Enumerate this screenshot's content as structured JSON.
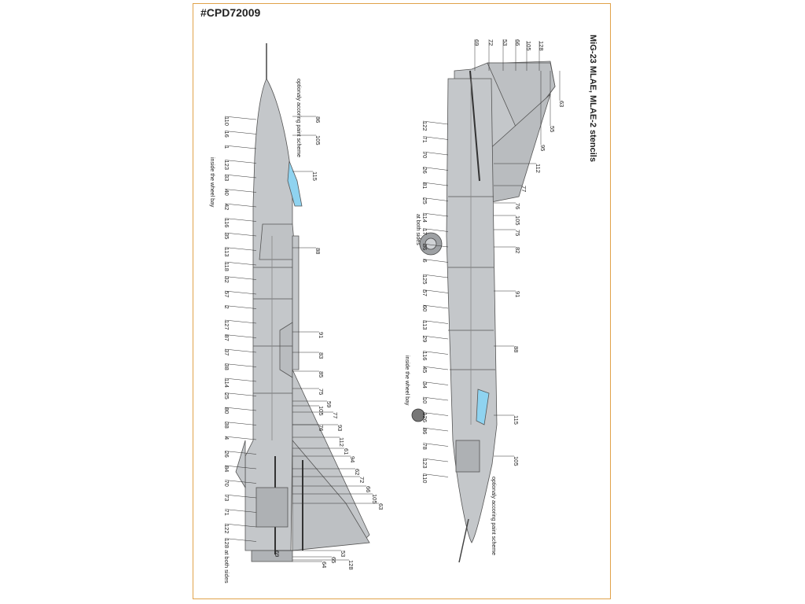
{
  "sheet_code": "#CPD72009",
  "title": "MiG-23 MLAE, MLAE-2 stencils",
  "colors": {
    "border": "#e0a24a",
    "body": "#c4c7ca",
    "glass": "#8fd3f0",
    "line": "#333333"
  },
  "left_labels_side": [
    "110",
    "16",
    "1",
    "123",
    "33",
    "40",
    "42",
    "116",
    "35",
    "113",
    "118",
    "32",
    "57",
    "2",
    "127",
    "87",
    "37",
    "38",
    "114",
    "25",
    "80",
    "38",
    "4",
    "26",
    "84",
    "70",
    "73",
    "71",
    "122",
    "128 at both sides"
  ],
  "left_labels_right": [
    "86",
    "105",
    "115",
    "88",
    "91",
    "83",
    "85",
    "75",
    "105",
    "76",
    "59",
    "77",
    "93",
    "112",
    "61",
    "94",
    "62",
    "72",
    "66",
    "105",
    "63",
    "53",
    "65",
    "64",
    "128",
    "69"
  ],
  "left_notes": [
    "optionaly accoring paint scheme",
    "inside the wheel bay"
  ],
  "right_labels_top": [
    "69",
    "72",
    "53",
    "66",
    "105",
    "128",
    "63",
    "55",
    "95"
  ],
  "right_labels_side": [
    "122",
    "71",
    "70",
    "26",
    "81",
    "25",
    "114",
    "17",
    "36",
    "6",
    "125",
    "57",
    "60",
    "113",
    "29",
    "116",
    "45",
    "34",
    "10",
    "126",
    "86",
    "78",
    "123",
    "110"
  ],
  "right_labels_right": [
    "112",
    "77",
    "76",
    "105",
    "75",
    "82",
    "91",
    "88",
    "115",
    "105"
  ],
  "right_notes": [
    "at both sides",
    "inside the wheel bay",
    "optionaly accoring paint scheme"
  ]
}
